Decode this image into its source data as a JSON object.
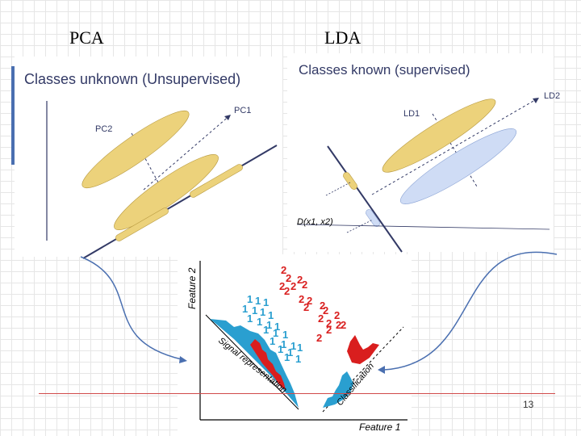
{
  "headings": {
    "pca": "PCA",
    "lda": "LDA"
  },
  "pca_panel": {
    "title": "Classes unknown (Unsupervised)",
    "axis1_label": "PC1",
    "axis2_label": "PC2",
    "ellipse_color": "#ecd27b",
    "axis_color": "#333a66"
  },
  "lda_panel": {
    "title": "Classes known (supervised)",
    "axis1_label": "LD1",
    "axis2_label": "LD2",
    "distance_label": "D(x1, x2)",
    "class1_color": "#ecd27b",
    "class2_color": "#cfdcf5"
  },
  "bottom_panel": {
    "y_axis_label": "Feature 2",
    "x_axis_label": "Feature 1",
    "signal_label": "Signal representation",
    "classification_label": "Classification",
    "class1_glyph": "1",
    "class2_glyph": "2",
    "class1_color": "#2a9fd0",
    "class2_color": "#d91e1e"
  },
  "footer": {
    "page_number": "13",
    "line_color": "#d04a4a"
  }
}
